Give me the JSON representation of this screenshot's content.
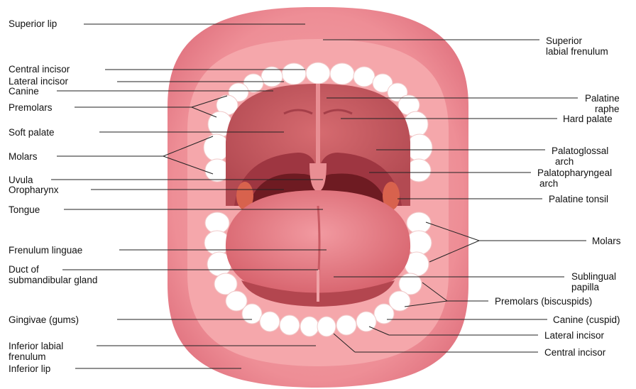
{
  "labels_left": {
    "superior_lip": "Superior lip",
    "central_incisor": "Central incisor",
    "lateral_incisor": "Lateral incisor",
    "canine": "Canine",
    "premolars": "Premolars",
    "soft_palate": "Soft palate",
    "molars": "Molars",
    "uvula": "Uvula",
    "oropharynx": "Oropharynx",
    "tongue": "Tongue",
    "frenulum_linguae": "Frenulum  linguae",
    "duct_line1": "Duct of",
    "duct_line2": "submandibular  gland",
    "gingivae": "Gingivae (gums)",
    "inferior_labial_line1": "Inferior labial",
    "inferior_labial_line2": "frenulum",
    "inferior_lip": "Inferior lip"
  },
  "labels_right": {
    "superior_labial_line1": "Superior",
    "superior_labial_line2": "labial frenulum",
    "palatine_raphe_line1": "Palatine",
    "palatine_raphe_line2": "raphe",
    "hard_palate": "Hard palate",
    "palatoglossal_line1": "Palatoglossal",
    "palatoglossal_line2": "arch",
    "palatopharyngeal_line1": "Palatopharyngeal",
    "palatopharyngeal_line2": "arch",
    "palatine_tonsil": "Palatine tonsil",
    "molars": "Molars",
    "sublingual_line1": "Sublingual",
    "sublingual_line2": "papilla",
    "premolars": "Premolars (biscuspids)",
    "canine": "Canine (cuspid)",
    "lateral_incisor": "Lateral incisor",
    "central_incisor": "Central incisor"
  },
  "colors": {
    "lip": "#ef8d96",
    "lip_light": "#f6b3b6",
    "gum": "#f4a3a6",
    "cavity": "#c85a5f",
    "throat": "#7a2128",
    "tongue": "#e77d86",
    "teeth": "#ffffff",
    "tonsil": "#d8624d"
  }
}
